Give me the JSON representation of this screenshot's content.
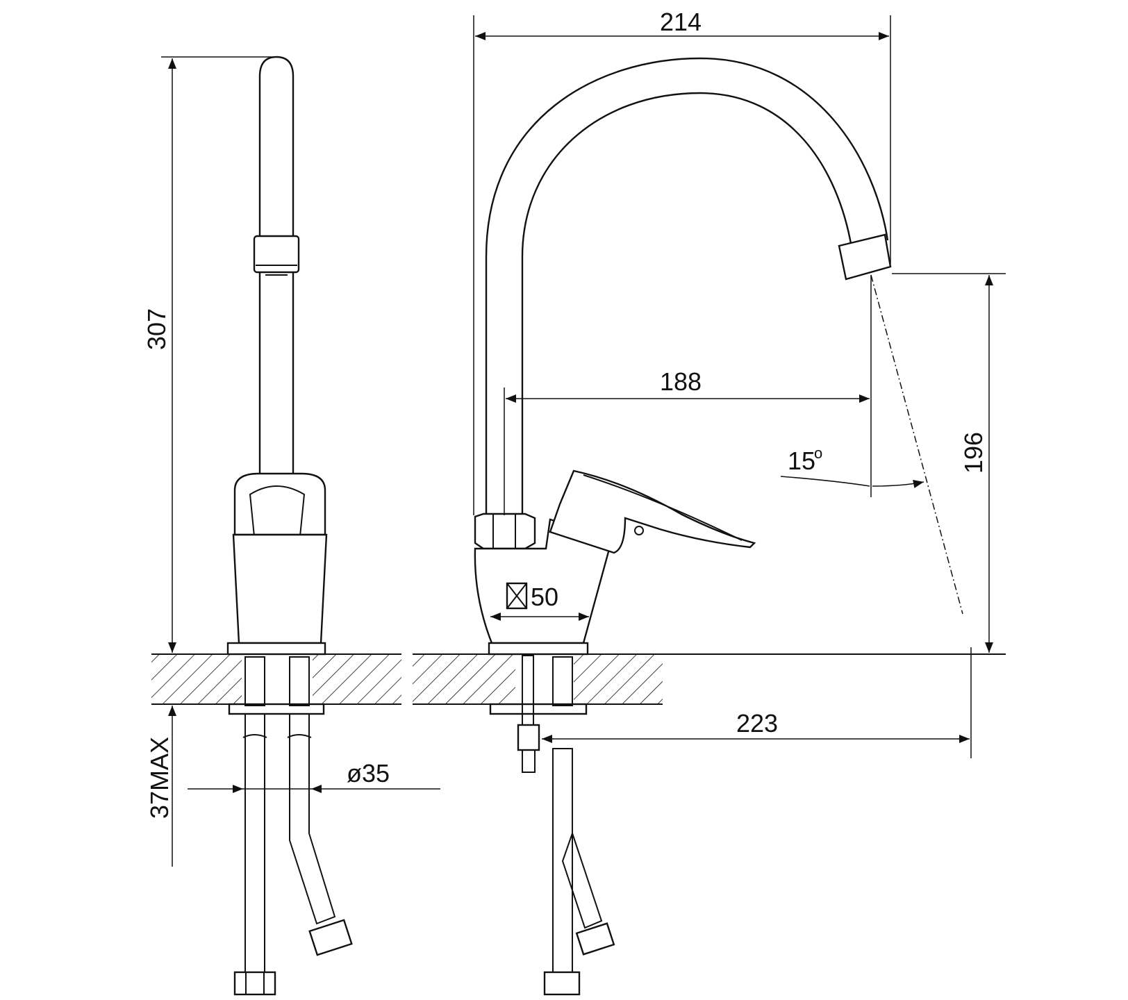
{
  "dimensions": {
    "total_height": "307",
    "below_counter_max": "37MAX",
    "hose_diameter": "ø35",
    "spout_reach_outer": "214",
    "spout_reach_inner": "188",
    "swivel_angle": "15",
    "swivel_angle_unit": "o",
    "outlet_height": "196",
    "base_size": "50",
    "hose_length_ref": "223"
  },
  "colors": {
    "line": "#111111",
    "background": "#ffffff"
  }
}
